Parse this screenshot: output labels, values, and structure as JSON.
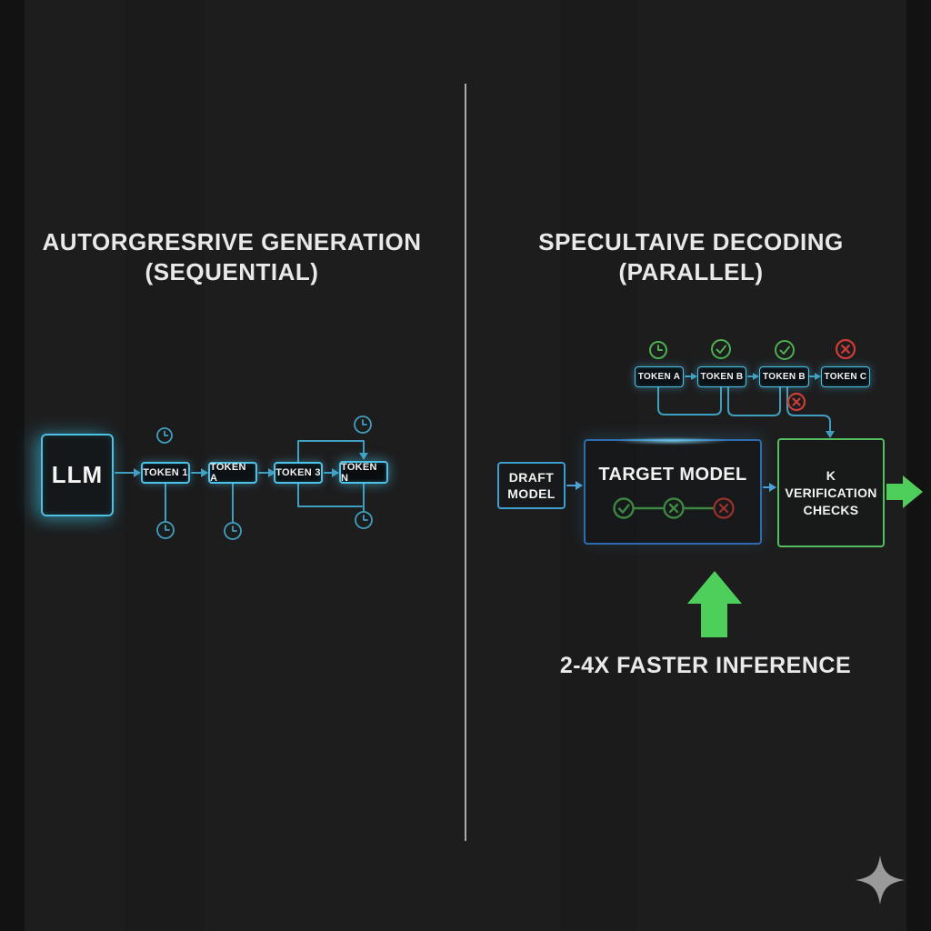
{
  "left_panel": {
    "title_line1": "AUTORGRESRIVE GENERATION",
    "title_line2": "(SEQUENTIAL)",
    "llm_label": "LLM",
    "tokens": [
      "TOKEN 1",
      "TOKEN A",
      "TOKEN 3",
      "TOKEN N"
    ],
    "timer_icons": [
      "clock",
      "clock",
      "clock",
      "clock",
      "clock"
    ]
  },
  "right_panel": {
    "title_line1": "SPECULTAIVE DECODING",
    "title_line2": "(PARALLEL)",
    "tokens": [
      "TOKEN A",
      "TOKEN B",
      "TOKEN B",
      "TOKEN C"
    ],
    "token_statuses": [
      "clock",
      "check",
      "check",
      "cross"
    ],
    "rejected_token_status": "cross",
    "draft_line1": "DRAFT",
    "draft_line2": "MODEL",
    "target_label": "TARGET MODEL",
    "target_statuses": [
      "check",
      "cross-green",
      "cross-red"
    ],
    "k_line1": "K",
    "k_line2": "VERIFICATION",
    "k_line3": "CHECKS",
    "caption": "2-4X FASTER INFERENCE"
  },
  "icons": {
    "clock": "circle-clock",
    "check": "circle-checkmark",
    "cross": "circle-x",
    "up_arrow": "solid-arrow-up",
    "right_arrow": "solid-arrow-right",
    "sparkle": "four-point-star"
  },
  "colors": {
    "background": "#1d1d1e",
    "text": "#ededed",
    "cyan": "#4cc2e6",
    "cyan_line": "#3f9fc0",
    "blue": "#2e6cb0",
    "blue_arrow": "#4aa3d8",
    "green": "#4caf50",
    "green_bright": "#4ecf5c",
    "red": "#cf3b35",
    "divider": "#c6c6c6",
    "sparkle": "#9a9a9a"
  }
}
